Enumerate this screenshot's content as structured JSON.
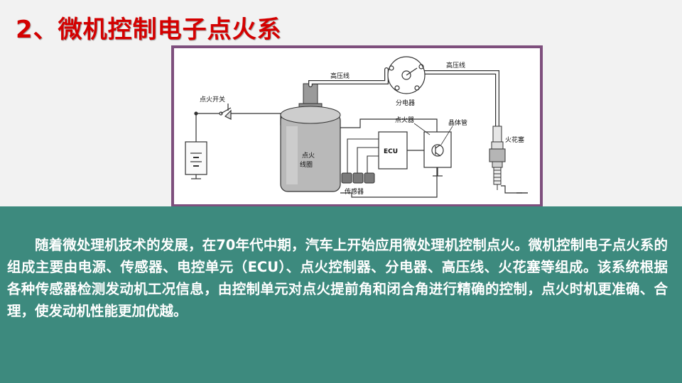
{
  "slide": {
    "title": "2、微机控制电子点火系",
    "description": "随着微处理机技术的发展，在70年代中期，汽车上开始应用微处理机控制点火。微机控制电子点火系的组成主要由电源、传感器、电控单元（ECU）、点火控制器、分电器、高压线、火花塞等组成。该系统根据各种传感器检测发动机工况信息，由控制单元对点火提前角和闭合角进行精确的控制，点火时机更准确、合理，使发动机性能更加优越。"
  },
  "diagram": {
    "labels": {
      "high_voltage_wire_left": "高压线",
      "high_voltage_wire_right": "高压线",
      "distributor": "分电器",
      "ignition_switch": "点火开关",
      "igniter": "点火器",
      "transistor": "晶体管",
      "spark_plug": "火花塞",
      "ecu": "ECU",
      "coil_line1": "点火",
      "coil_line2": "线圈",
      "sensors": "传感器"
    }
  },
  "colors": {
    "title": "#d40000",
    "frame_border": "#7e4f7d",
    "panel_bg": "#3d8a7e",
    "panel_text": "#ffffff",
    "page_bg": "#f2f2f2"
  }
}
